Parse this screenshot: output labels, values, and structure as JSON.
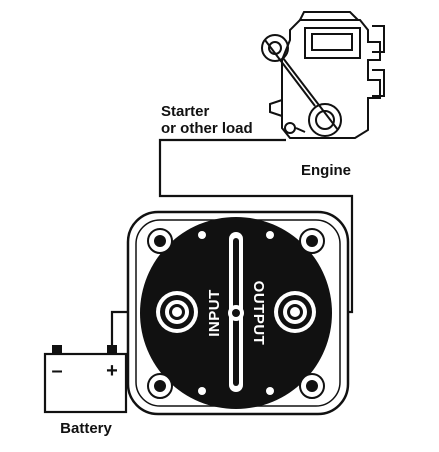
{
  "labels": {
    "starter_line1": "Starter",
    "starter_line2": "or other load",
    "engine": "Engine",
    "input": "INPUT",
    "output": "OUTPUT",
    "battery": "Battery",
    "battery_minus": "–",
    "battery_plus": "+"
  },
  "colors": {
    "stroke": "#111111",
    "switch_face": "#111111",
    "background": "#ffffff"
  },
  "icons": [
    "engine-icon",
    "battery-icon",
    "battery-switch-icon",
    "terminal-stud-icon",
    "mounting-screw-icon"
  ]
}
